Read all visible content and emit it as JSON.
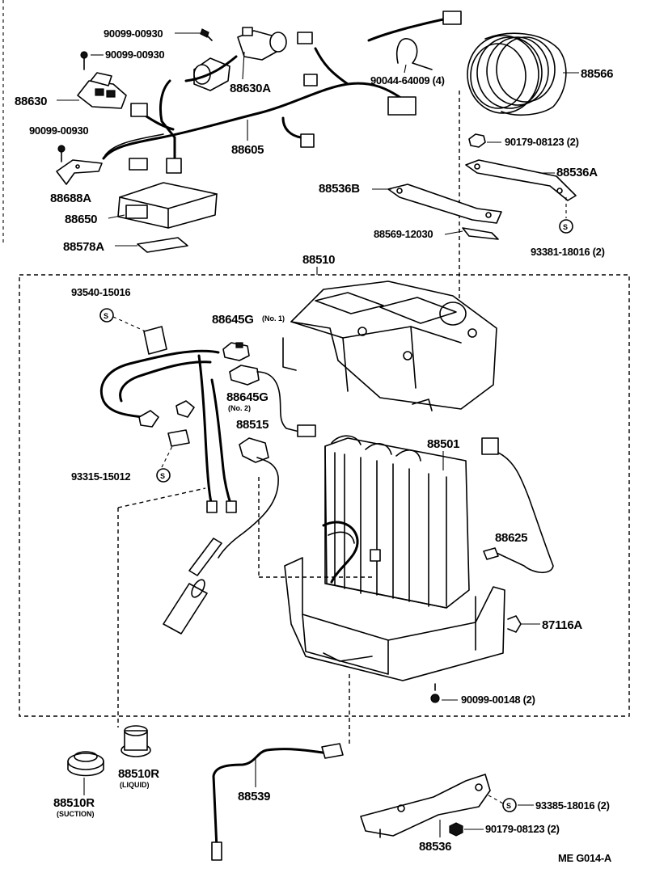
{
  "parts": {
    "p88566": "88566",
    "p88630": "88630",
    "p88630A": "88630A",
    "p88605": "88605",
    "p88688A": "88688A",
    "p88650": "88650",
    "p88578A": "88578A",
    "p88536B": "88536B",
    "p88536A": "88536A",
    "p88569": "88569-12030",
    "p88510": "88510",
    "p88645G1": "88645G",
    "p88645G1_sub": "(No. 1)",
    "p88645G2": "88645G",
    "p88645G2_sub": "(No. 2)",
    "p88515": "88515",
    "p88501": "88501",
    "p88625": "88625",
    "p87116A": "87116A",
    "p88510R_suction": "88510R",
    "p88510R_suction_sub": "(SUCTION)",
    "p88510R_liquid": "88510R",
    "p88510R_liquid_sub": "(LIQUID)",
    "p88539": "88539",
    "p88536": "88536"
  },
  "fasteners": {
    "f90099_00930_a": "90099-00930",
    "f90099_00930_b": "90099-00930",
    "f90099_00930_c": "90099-00930",
    "f90044_64009": "90044-64009 (4)",
    "f90179_08123_a": "90179-08123 (2)",
    "f93381_18016": "93381-18016 (2)",
    "f93540_15016": "93540-15016",
    "f93315_15012": "93315-15012",
    "f90099_00148": "90099-00148 (2)",
    "f93385_18016": "93385-18016 (2)",
    "f90179_08123_b": "90179-08123 (2)"
  },
  "symbols": {
    "s_mark": "S"
  },
  "footer": {
    "code": "ME  G014-A"
  }
}
